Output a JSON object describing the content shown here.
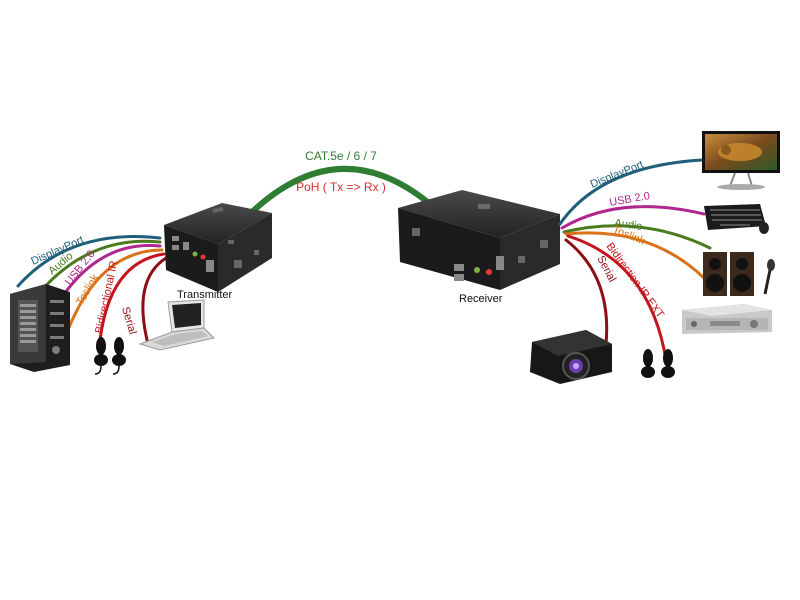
{
  "colors": {
    "cat_link": "#2e7d32",
    "poh_text": "#d32f2f",
    "displayport": "#1f5f7a",
    "audio": "#4c7a1e",
    "usb": "#b0278f",
    "toslink": "#d9731a",
    "ir": "#c3161c",
    "serial": "#8c0e14",
    "device_body": "#2b2b2b"
  },
  "link": {
    "cable_label": "CAT.5e / 6 / 7",
    "poh_label": "PoH ( Tx => Rx )"
  },
  "transmitter": {
    "label": "Transmitter",
    "signals": {
      "displayport": "DisplayPort",
      "audio": "Audio",
      "usb": "USB 2.0",
      "toslink": "Toslink",
      "ir": "Bidirectional IR",
      "serial": "Serial"
    }
  },
  "receiver": {
    "label": "Receiver",
    "signals": {
      "displayport": "DisplayPort",
      "usb": "USB 2.0",
      "audio": "Audio",
      "toslink": "Toslink",
      "ir": "Bidirection IR EXT",
      "serial": "Serial"
    }
  },
  "icons": {
    "pc_tower": "server-tower-icon",
    "laptop": "laptop-icon",
    "ir_sensor": "ir-sensor-icon",
    "monitor": "monitor-icon",
    "keyboard": "keyboard-mouse-icon",
    "speakers": "speakers-microphone-icon",
    "amplifier": "amplifier-icon",
    "projector": "projector-icon"
  }
}
